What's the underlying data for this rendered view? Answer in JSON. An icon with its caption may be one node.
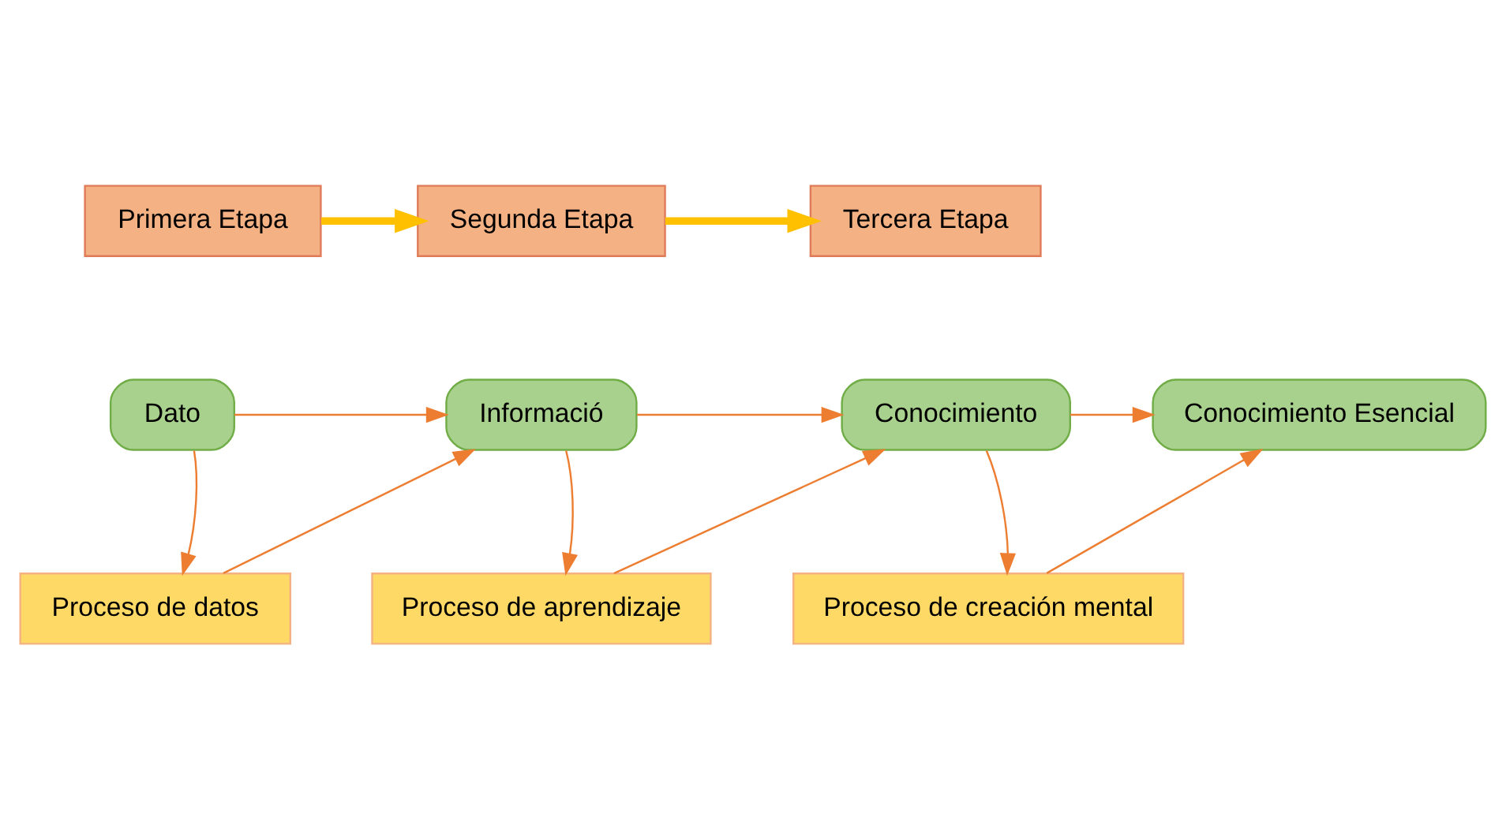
{
  "diagram": {
    "nodes": [
      {
        "text": [
          "Primera Etapa"
        ]
      },
      {
        "text": [
          "Segunda Etapa"
        ]
      },
      {
        "text": [
          "Tercera Etapa"
        ]
      },
      {
        "text": [
          "Dato"
        ]
      },
      {
        "text": [
          "Informació"
        ]
      },
      {
        "text": [
          "Conocimiento"
        ]
      },
      {
        "text": [
          "Conocimiento Esencial"
        ]
      },
      {
        "text": [
          "Proceso de datos"
        ]
      },
      {
        "text": [
          "Proceso de aprendizaje"
        ]
      },
      {
        "text": [
          "Proceso de creación mental"
        ]
      }
    ],
    "edges": [
      {
        "from": 0,
        "to": 1,
        "arrow": "to",
        "style": "thick",
        "color": "#ffc000"
      },
      {
        "from": 1,
        "to": 2,
        "arrow": "to",
        "style": "thick",
        "color": "#ffc000"
      },
      {
        "from": 3,
        "to": 4,
        "arrow": "to"
      },
      {
        "from": 4,
        "to": 5,
        "arrow": "to"
      },
      {
        "from": 5,
        "to": 6,
        "arrow": "to"
      },
      {
        "from": 3,
        "to": 7,
        "arrow": "to"
      },
      {
        "from": 7,
        "to": 4,
        "arrow": "to"
      },
      {
        "from": 4,
        "to": 8,
        "arrow": "to"
      },
      {
        "from": 8,
        "to": 5,
        "arrow": "to"
      },
      {
        "from": 5,
        "to": 9,
        "arrow": "to"
      },
      {
        "from": 9,
        "to": 6,
        "arrow": "to"
      }
    ]
  }
}
